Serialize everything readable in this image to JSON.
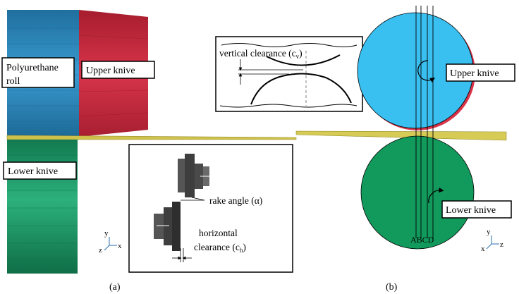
{
  "panel_a": {
    "labels": {
      "polyurethane_roll_line1": "Polyurethane",
      "polyurethane_roll_line2": "roll",
      "upper_knive": "Upper knive",
      "lower_knive": "Lower knive"
    },
    "inset": {
      "rake_angle": "rake angle (α)",
      "horizontal_line1": "horizontal",
      "horizontal_line2": "clearance (c",
      "horizontal_sub": "h",
      "horizontal_close": ")"
    },
    "axes": {
      "y": "y",
      "z": "z",
      "x": "x"
    },
    "caption": "(a)"
  },
  "vertical_inset": {
    "label": "vertical clearance (c",
    "sub": "v",
    "close": ")"
  },
  "panel_b": {
    "labels": {
      "upper_knive": "Upper knive",
      "lower_knive": "Lower knive",
      "abcd": "ABCD"
    },
    "axes": {
      "y": "y",
      "x": "x",
      "z": "z"
    },
    "caption": "(b)"
  },
  "colors": {
    "roll_blue": "#2a86b8",
    "upper_red": "#c8283c",
    "lower_green": "#1e9a6a",
    "strip_yellow": "#d8cc5a",
    "upper_circle": "#39bff0",
    "lower_circle": "#129a5c"
  }
}
